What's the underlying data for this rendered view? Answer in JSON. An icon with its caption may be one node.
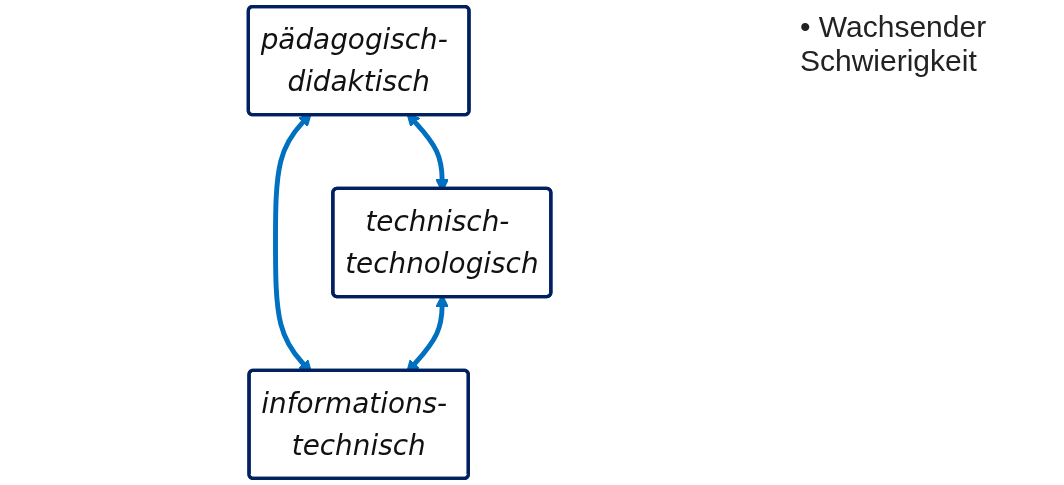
{
  "diagram": {
    "nodes": [
      {
        "text": [
          "pädagogisch- didaktisch"
        ]
      },
      {
        "text": [
          "technisch- technologisch"
        ]
      },
      {
        "text": [
          "informations- technisch"
        ]
      }
    ],
    "edges": [
      {
        "from": 0,
        "to": 1,
        "arrow": "both"
      },
      {
        "from": 0,
        "to": 2,
        "arrow": "both"
      },
      {
        "from": 1,
        "to": 2,
        "arrow": "both"
      }
    ],
    "labels": [
      "• Wachsender Schwierigkeit"
    ]
  }
}
